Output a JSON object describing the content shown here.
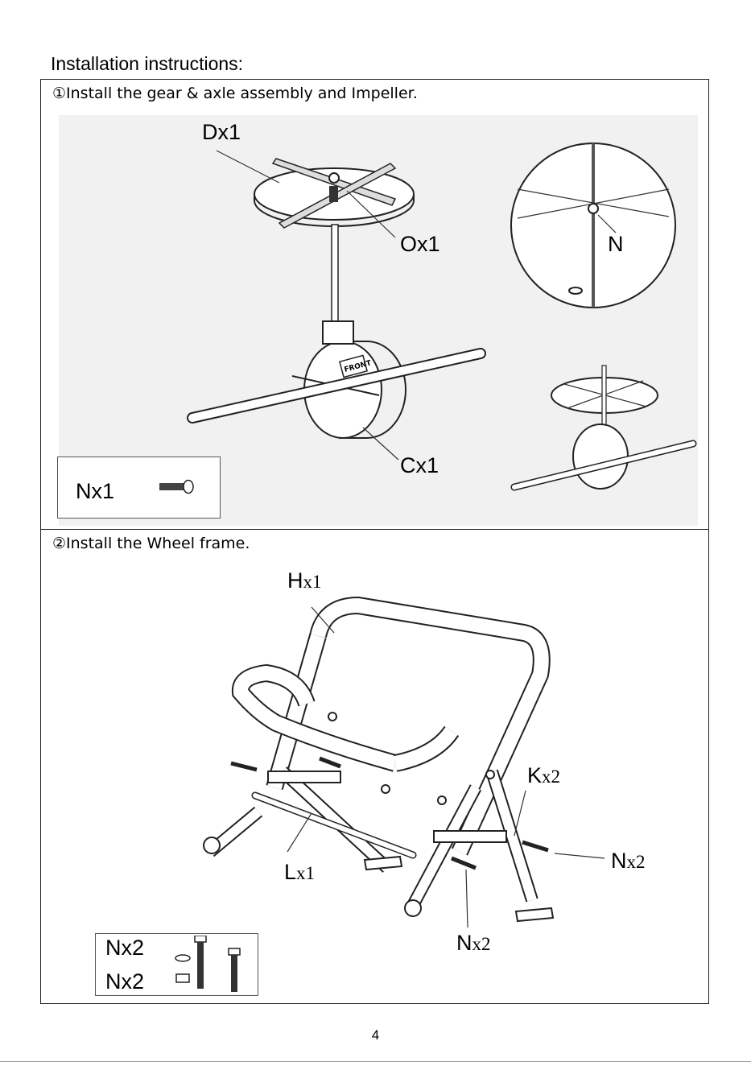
{
  "title": "Installation instructions:",
  "step1": {
    "title": "①Install the gear & axle assembly and Impeller.",
    "labels": {
      "d": "Dx1",
      "o": "Ox1",
      "n": "N",
      "c": "Cx1"
    },
    "parts": {
      "label": "Nx1"
    },
    "front_badge": "FRONT"
  },
  "step2": {
    "title": "②Install the Wheel frame.",
    "labels": {
      "h_letter": "H",
      "h_qty": "x1",
      "k_letter": "K",
      "k_qty": "x2",
      "n_right_letter": "N",
      "n_right_qty": "x2",
      "l_letter": "L",
      "l_qty": "x1",
      "n_bottom_letter": "N",
      "n_bottom_qty": "x2"
    },
    "parts": {
      "label1": "Nx2",
      "label2": "Nx2"
    }
  },
  "page_number": "4"
}
